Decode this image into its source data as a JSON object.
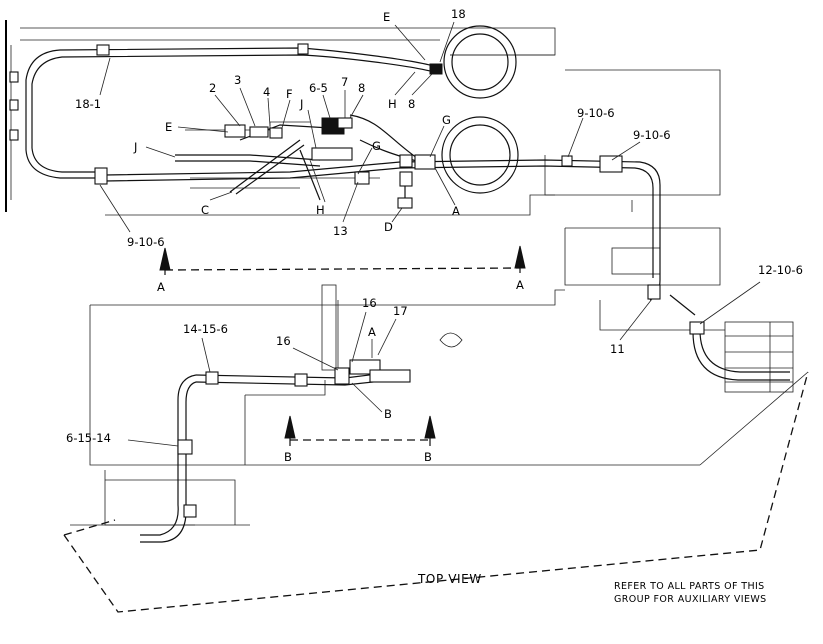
{
  "callouts": {
    "c18_top": "18",
    "cE_top": "E",
    "c18_1": "18-1",
    "cH_top": "H",
    "c8_top": "8",
    "c2": "2",
    "c3": "3",
    "c4": "4",
    "cF": "F",
    "c6_5": "6-5",
    "c7": "7",
    "c8_mid": "8",
    "cJ_mid": "J",
    "cE_left": "E",
    "cJ_left": "J",
    "cG_upper": "G",
    "cG_lower": "G",
    "c9_10_6_a": "9-10-6",
    "c9_10_6_b": "9-10-6",
    "cC": "C",
    "cH_mid": "H",
    "c13": "13",
    "cD": "D",
    "cA_mid": "A",
    "c9_10_6_c": "9-10-6",
    "c12_10_6": "12-10-6",
    "c11": "11",
    "c16_upper": "16",
    "c17": "17",
    "cA_lower": "A",
    "c14_15_6": "14-15-6",
    "c16_lower": "16",
    "cB_mid": "B",
    "c6_15_14": "6-15-14"
  },
  "section_markers": {
    "a_left": "A",
    "a_right": "A",
    "b_left": "B",
    "b_right": "B"
  },
  "title": "TOP VIEW",
  "note_line1": "REFER TO ALL PARTS OF THIS",
  "note_line2": "GROUP FOR AUXILIARY VIEWS"
}
